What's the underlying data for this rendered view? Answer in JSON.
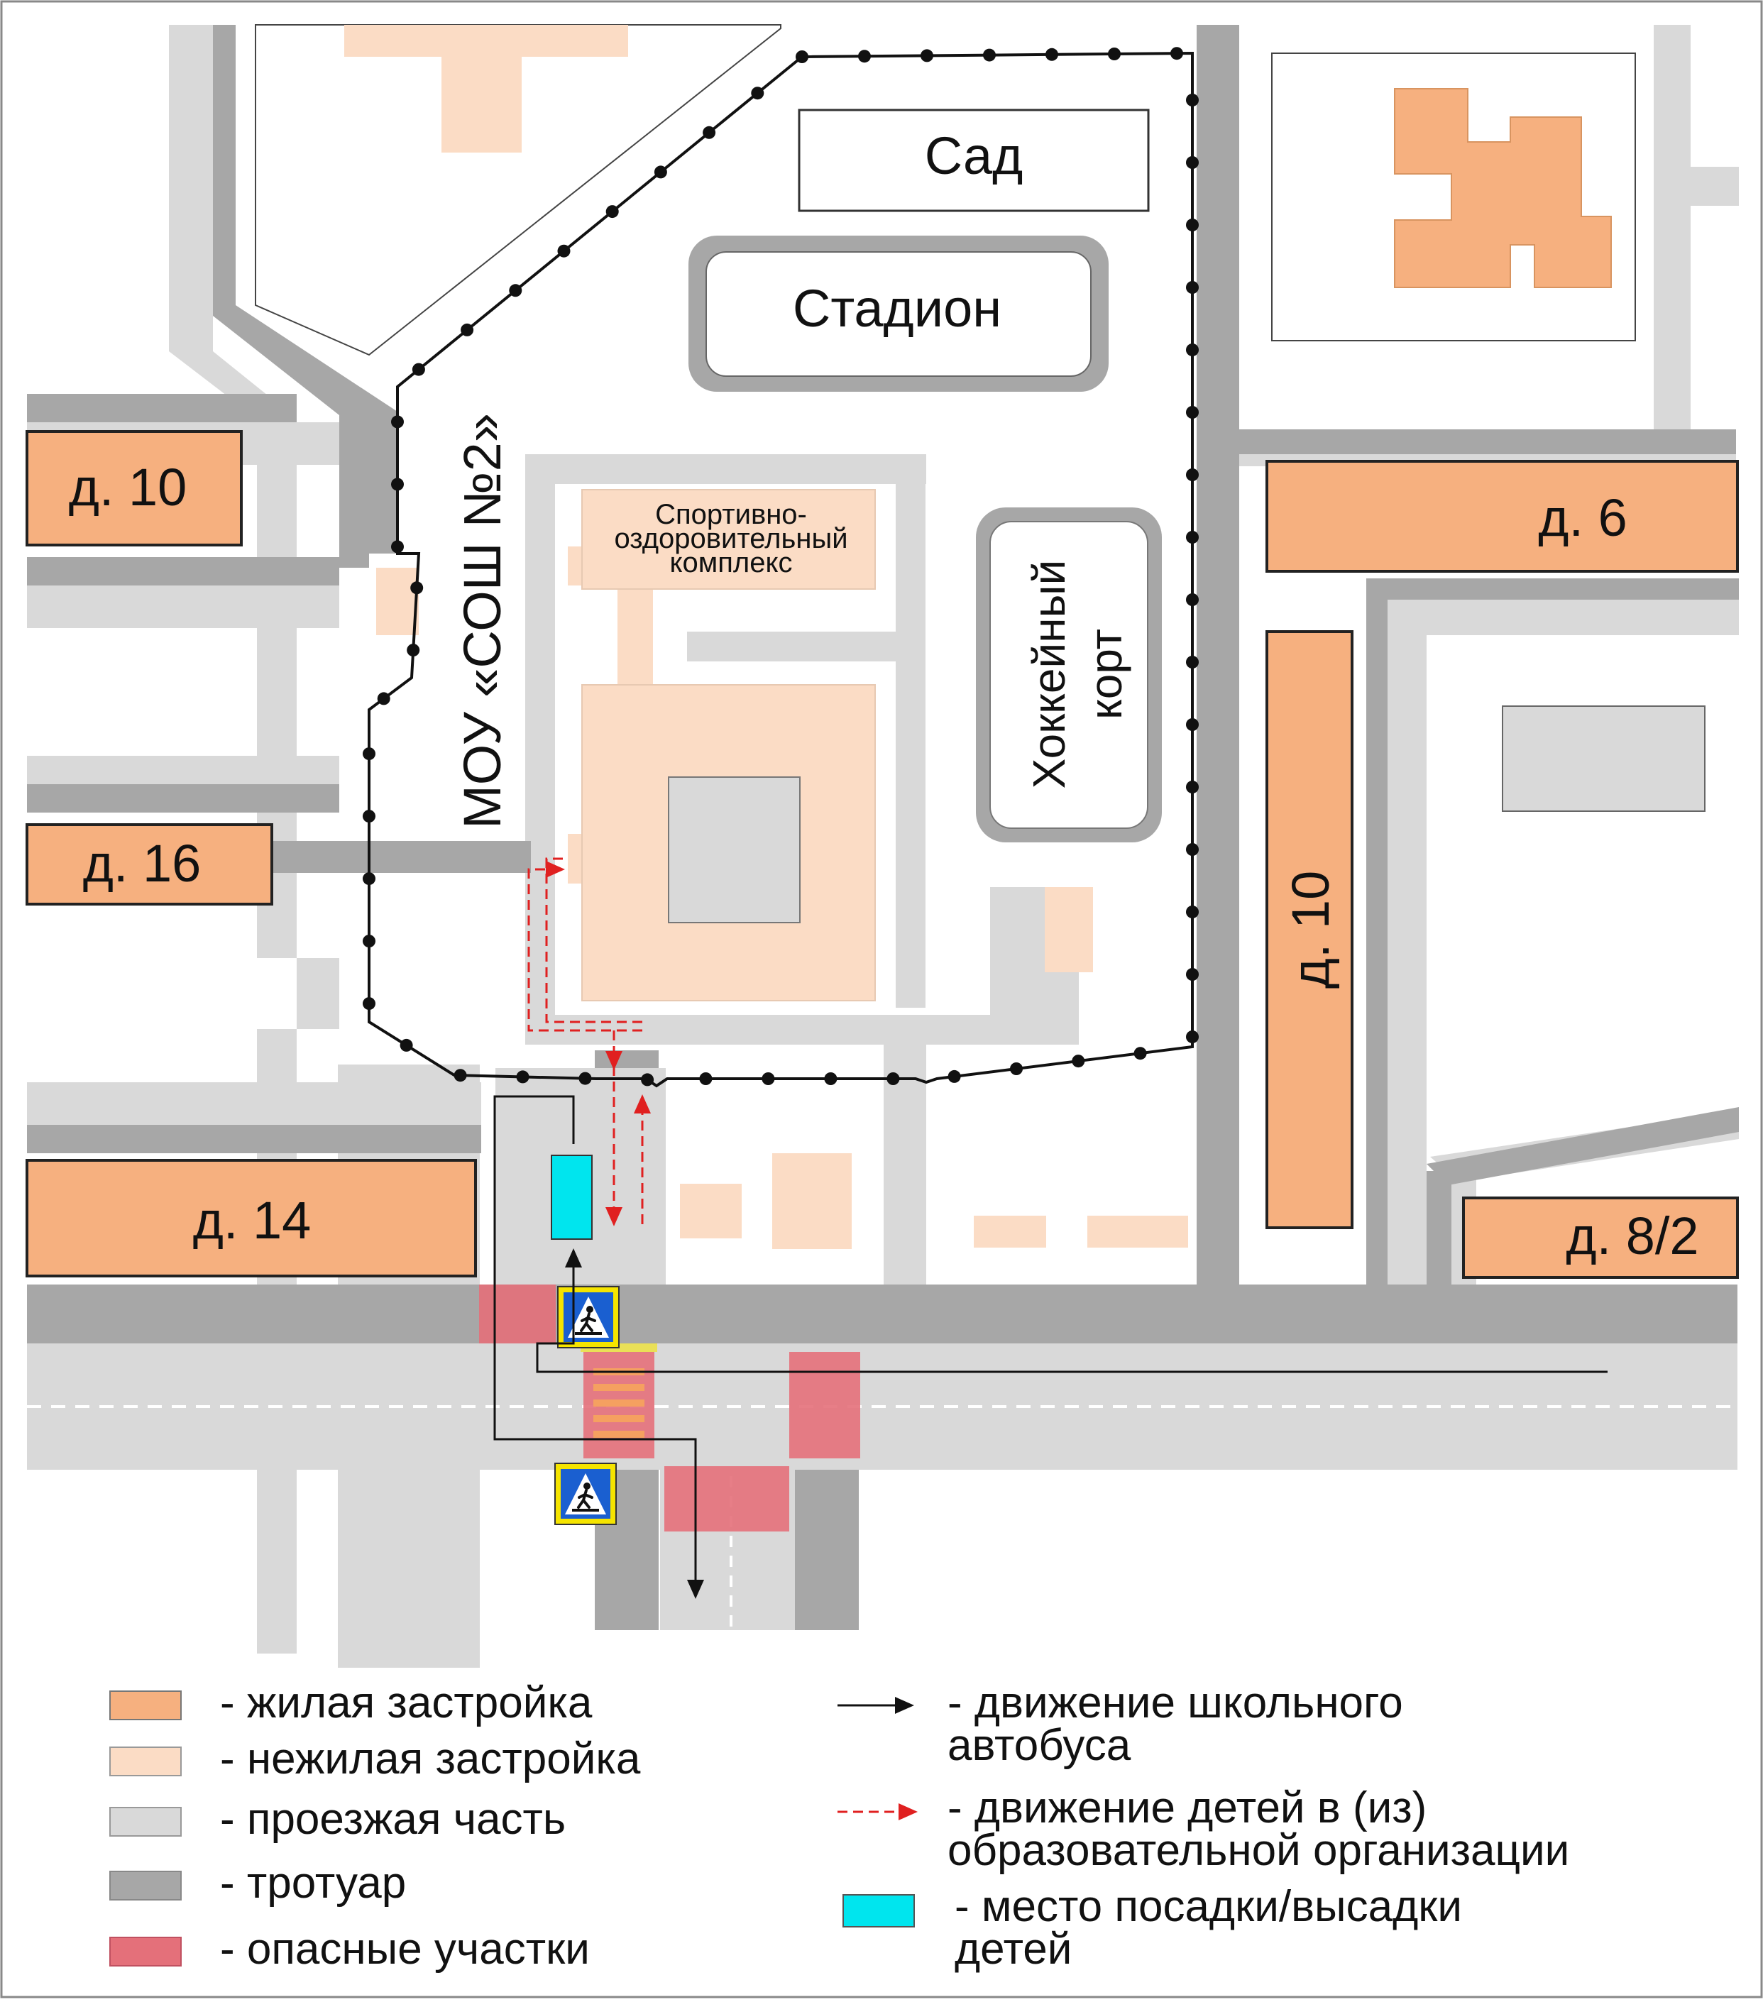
{
  "colors": {
    "residential": "#f6b07f",
    "nonresidential": "#fbdcc5",
    "roadway": "#d9d9d9",
    "sidewalk": "#a7a7a7",
    "danger": "#e4707a",
    "stop": "#00e5ee",
    "bus_route": "#111111",
    "children_route": "#e02020",
    "fence": "#111111",
    "sign_blue": "#1a5fd0",
    "sign_frame": "#f5e400"
  },
  "map": {
    "school_label": "МОУ «СОШ №2»",
    "garden": "Сад",
    "stadium": "Стадион",
    "sports_complex": [
      "Спортивно-",
      "оздоровительный",
      "комплекс"
    ],
    "hockey": [
      "Хоккейный",
      "корт"
    ],
    "houses": {
      "d10_left": "д. 10",
      "d16": "д. 16",
      "d14": "д. 14",
      "d6": "д. 6",
      "d10_right": "д. 10",
      "d82": "д. 8/2"
    },
    "crossing_sign_icon": "pedestrian-crossing-sign-icon"
  },
  "legend": {
    "residential": "- жилая застройка",
    "nonresidential": "- нежилая застройка",
    "roadway": "- проезжая часть",
    "sidewalk": "- тротуар",
    "danger": "- опасные участки",
    "bus": [
      "- движение школьного",
      "автобуса"
    ],
    "children": [
      "- движение детей в (из)",
      "образовательной организации"
    ],
    "stop": [
      "- место посадки/высадки",
      "детей"
    ]
  }
}
